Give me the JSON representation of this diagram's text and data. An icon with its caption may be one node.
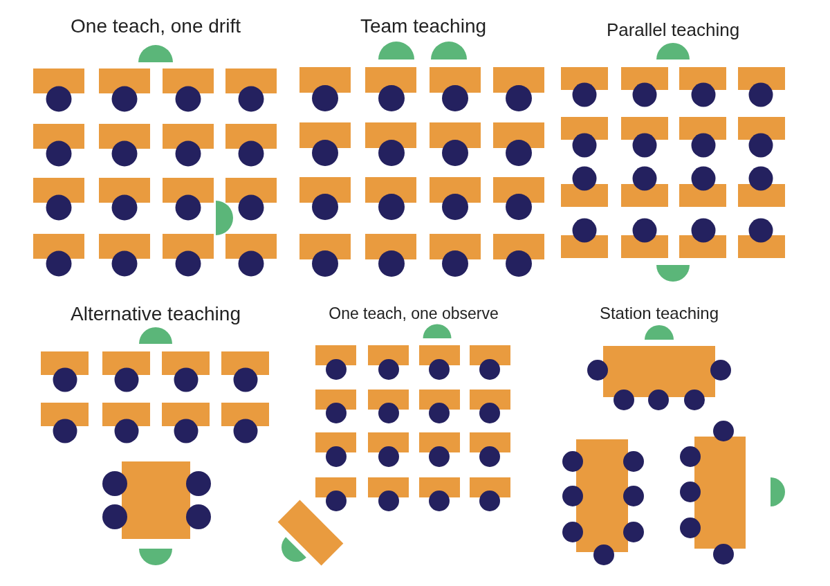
{
  "diagram": {
    "labels": [
      "One teach, one drift",
      "Team teaching",
      "Parallel teaching",
      "Alternative teaching",
      "One teach, one observe",
      "Station teaching"
    ]
  }
}
